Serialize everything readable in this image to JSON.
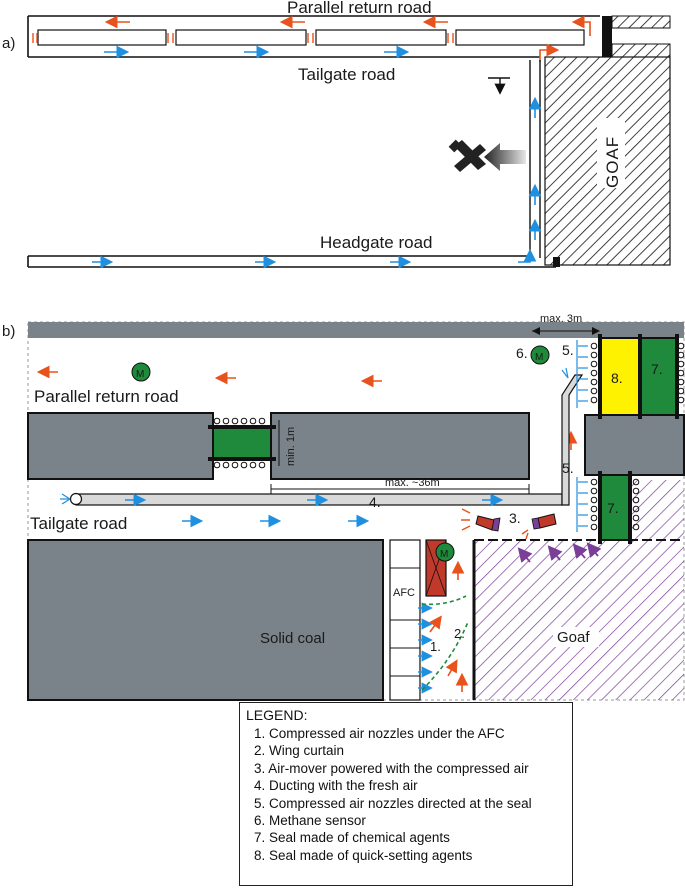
{
  "panel_a": {
    "panel_label": "a)",
    "road_parallel_return": "Parallel return road",
    "road_tailgate": "Tailgate road",
    "road_headgate": "Headgate road",
    "goaf_label": "GOAF"
  },
  "panel_b": {
    "panel_label": "b)",
    "road_parallel_return": "Parallel return road",
    "road_tailgate": "Tailgate road",
    "solid_coal": "Solid coal",
    "goaf": "Goaf",
    "afc": "AFC",
    "methane_symbol": "M",
    "dim_max_3m": "max. 3m",
    "dim_min_1m": "min. 1m",
    "dim_max_36m": "max. ~36m",
    "callout_1": "1.",
    "callout_2": "2.",
    "callout_3": "3.",
    "callout_4": "4.",
    "callout_5_top": "5.",
    "callout_5_bottom": "5.",
    "callout_6": "6.",
    "callout_7_top": "7.",
    "callout_7_bottom": "7.",
    "callout_8": "8."
  },
  "legend": {
    "title": "LEGEND:",
    "items": [
      "1. Compressed air nozzles under the AFC",
      "2. Wing curtain",
      "3. Air-mover powered with the compressed air",
      "4. Ducting with the fresh air",
      "5. Compressed air nozzles directed at the seal",
      "6. Methane sensor",
      "7. Seal made of chemical agents",
      "8. Seal made of quick-setting agents"
    ]
  },
  "colors": {
    "coal_grey": "#7a8389",
    "seal_green": "#1f8a3b",
    "seal_yellow": "#fff200",
    "air_mover_red": "#c0392b",
    "fresh_air_blue": "#1f8fe0",
    "return_air_orange": "#e8521c",
    "goaf_purple": "#7b3f98"
  }
}
